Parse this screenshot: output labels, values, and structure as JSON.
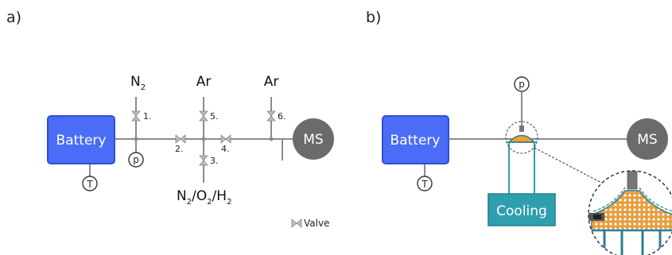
{
  "panel_a": {
    "label": "a)",
    "battery": "Battery",
    "ms": "MS",
    "temperature": "T",
    "pressure": "p",
    "gas_n2": "N",
    "gas_n2_sub": "2",
    "gas_ar_left": "Ar",
    "gas_ar_right": "Ar",
    "gas_mix": {
      "p1": "N",
      "s1": "2",
      "p2": "/O",
      "s2": "2",
      "p3": "/H",
      "s3": "2"
    },
    "valves": {
      "v1": "1.",
      "v2": "2.",
      "v3": "3.",
      "v4": "4.",
      "v5": "5.",
      "v6": "6."
    },
    "legend_label": "Valve"
  },
  "panel_b": {
    "label": "b)",
    "battery": "Battery",
    "ms": "MS",
    "temperature": "T",
    "pressure": "p",
    "cooling": "Cooling"
  },
  "colors": {
    "battery_fill": "#4a6cf7",
    "battery_stroke": "#2f4fd0",
    "ms_fill": "#6b6b6b",
    "cooling_fill": "#2e9fae",
    "line": "#8c8c8c",
    "particle": "#f0a030"
  }
}
